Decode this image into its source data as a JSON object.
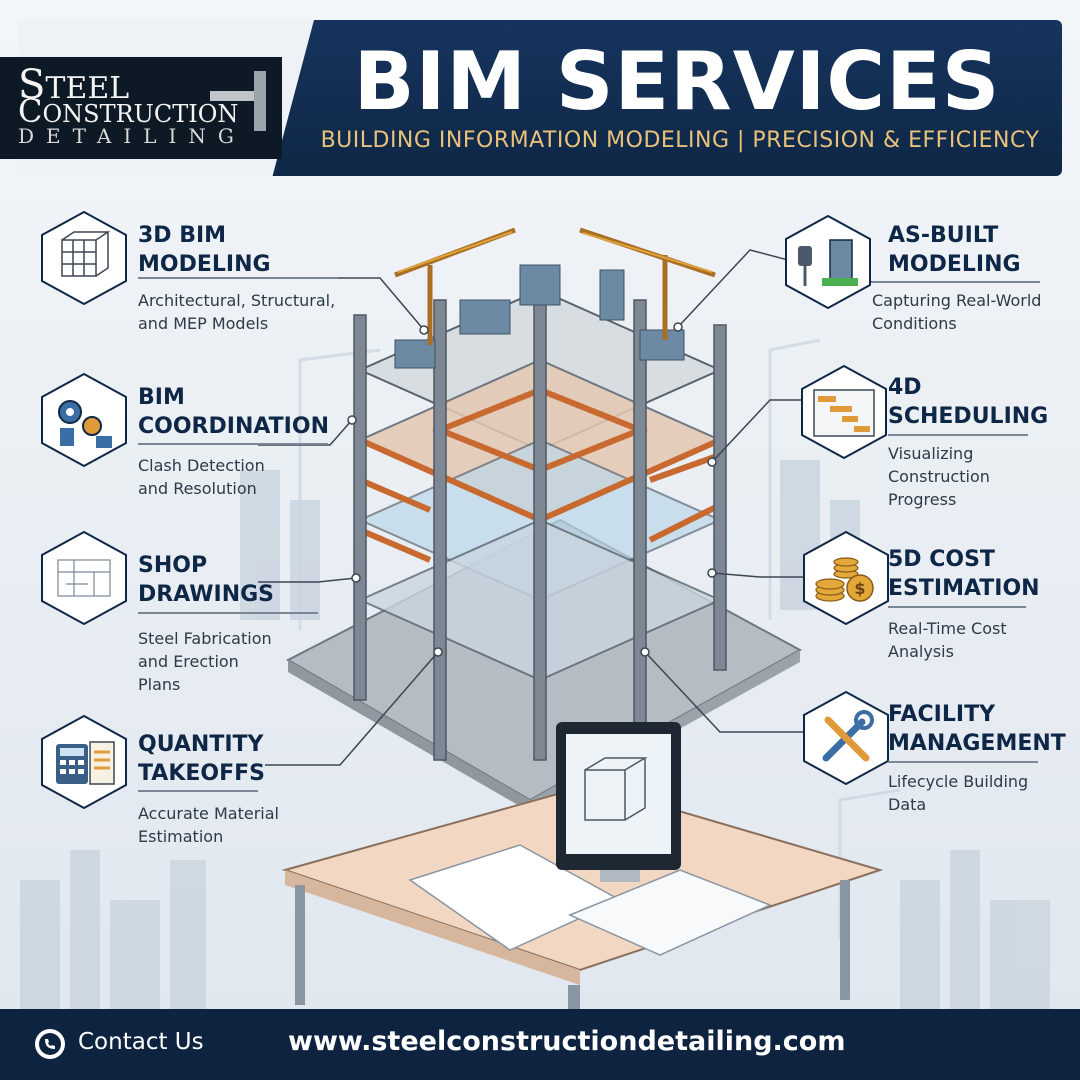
{
  "header": {
    "title": "BIM SERVICES",
    "subtitle": "BUILDING INFORMATION MODELING | PRECISION & EFFICIENCY"
  },
  "logo": {
    "line1_initial": "S",
    "line1_rest": "TEEL",
    "line1b_initial": "C",
    "line1b_rest": "ONSTRUCTION",
    "line2": "DETAILING"
  },
  "services": [
    {
      "title_line1": "3D BIM",
      "title_line2": "MODELING",
      "desc_line1": "Architectural, Structural,",
      "desc_line2": "and MEP Models",
      "desc_line3": "",
      "icon": "building-grid-icon"
    },
    {
      "title_line1": "BIM",
      "title_line2": "COORDINATION",
      "desc_line1": "Clash Detection",
      "desc_line2": "and Resolution",
      "desc_line3": "",
      "icon": "gears-icon"
    },
    {
      "title_line1": "SHOP",
      "title_line2": "DRAWINGS",
      "desc_line1": "Steel Fabrication",
      "desc_line2": "and Erection",
      "desc_line3": "Plans",
      "icon": "blueprint-icon"
    },
    {
      "title_line1": "QUANTITY",
      "title_line2": "TAKEOFFS",
      "desc_line1": "Accurate Material",
      "desc_line2": "Estimation",
      "desc_line3": "",
      "icon": "calculator-icon"
    },
    {
      "title_line1": "AS-BUILT",
      "title_line2": "MODELING",
      "desc_line1": "Capturing Real-World",
      "desc_line2": "Conditions",
      "desc_line3": "",
      "icon": "laser-scanner-icon"
    },
    {
      "title_line1": "4D",
      "title_line2": "SCHEDULING",
      "desc_line1": "Visualizing",
      "desc_line2": "Construction",
      "desc_line3": "Progress",
      "icon": "gantt-chart-icon"
    },
    {
      "title_line1": "5D COST",
      "title_line2": "ESTIMATION",
      "desc_line1": "Real-Time Cost",
      "desc_line2": "Analysis",
      "desc_line3": "",
      "icon": "coins-icon"
    },
    {
      "title_line1": "FACILITY",
      "title_line2": "MANAGEMENT",
      "desc_line1": "Lifecycle Building",
      "desc_line2": "Data",
      "desc_line3": "",
      "icon": "wrench-icon"
    }
  ],
  "footer": {
    "contact_label": "Contact Us",
    "website": "www.steelconstructiondetailing.com"
  },
  "colors": {
    "navy": "#0f2746",
    "gold": "#e8c27a",
    "steel": "#8c99a8",
    "orange": "#c8692f"
  }
}
